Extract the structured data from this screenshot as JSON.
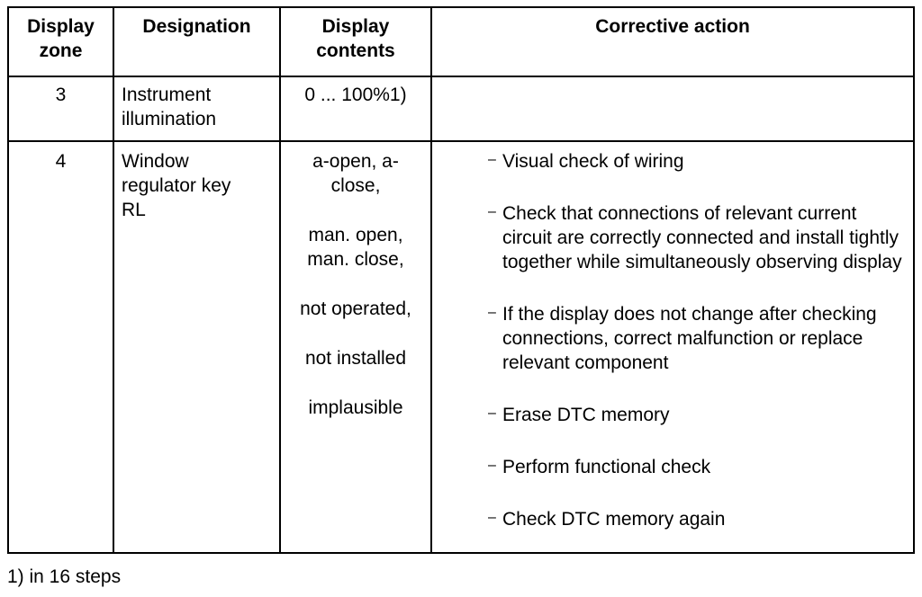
{
  "table": {
    "headers": {
      "zone": "Display zone",
      "designation": "Designation",
      "contents": "Display contents",
      "action": "Corrective action"
    },
    "rows": [
      {
        "zone": "3",
        "designation": "Instrument illumination",
        "contents": [
          "0 ... 100%1)"
        ],
        "actions": []
      },
      {
        "zone": "4",
        "designation": "Window regulator key RL",
        "contents": [
          "a-open, a-close,",
          "man. open, man. close,",
          "not operated,",
          "not installed",
          "implausible"
        ],
        "actions": [
          "Visual check of wiring",
          "Check that connections of relevant current circuit are correctly connected and install tightly together while simultaneously observing display",
          "If the display does not change after checking connections, correct malfunction or replace relevant component",
          "Erase DTC memory",
          "Perform functional check",
          "Check DTC memory again"
        ]
      }
    ],
    "dash": "–"
  },
  "footnote": "1) in 16 steps"
}
